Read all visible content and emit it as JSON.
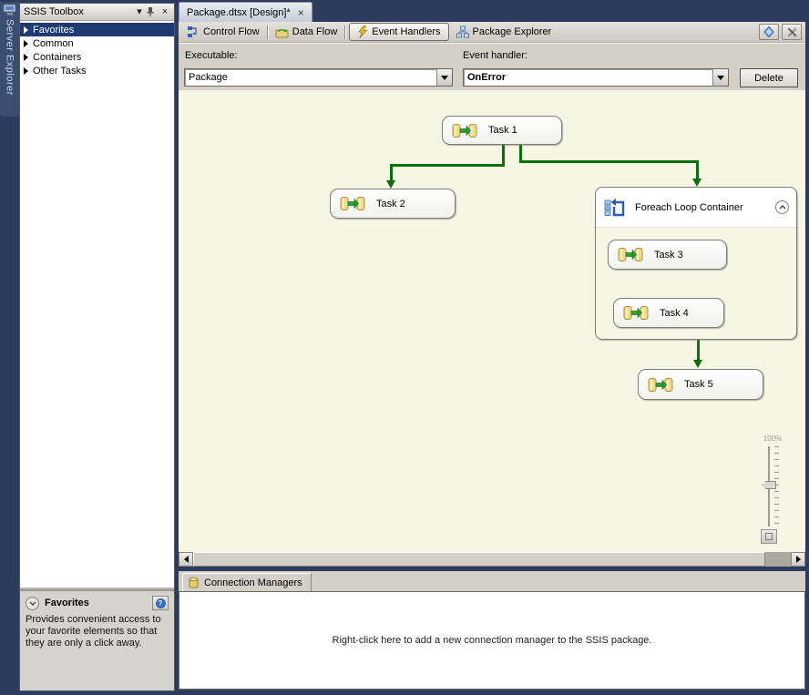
{
  "sidebar": {
    "server_explorer": "Server Explorer"
  },
  "toolbox": {
    "title": "SSIS Toolbox",
    "items": [
      {
        "label": "Favorites",
        "selected": true
      },
      {
        "label": "Common",
        "selected": false
      },
      {
        "label": "Containers",
        "selected": false
      },
      {
        "label": "Other Tasks",
        "selected": false
      }
    ],
    "info_panel": {
      "title": "Favorites",
      "description": "Provides convenient access to your favorite elements so that they are only a click away."
    }
  },
  "document_tab": {
    "title": "Package.dtsx [Design]*"
  },
  "designer_tabs": [
    {
      "label": "Control Flow",
      "selected": false
    },
    {
      "label": "Data Flow",
      "selected": false
    },
    {
      "label": "Event Handlers",
      "selected": true
    },
    {
      "label": "Package Explorer",
      "selected": false
    }
  ],
  "toolbar": {
    "executable_label": "Executable:",
    "executable_value": "Package",
    "event_handler_label": "Event handler:",
    "event_handler_value": "OnError",
    "delete_button": "Delete"
  },
  "canvas": {
    "tasks": [
      {
        "label": "Task 1"
      },
      {
        "label": "Task 2"
      },
      {
        "label": "Task 3"
      },
      {
        "label": "Task 4"
      },
      {
        "label": "Task 5"
      }
    ],
    "container_title": "Foreach Loop Container",
    "zoom_level": "100%"
  },
  "connection_managers": {
    "tab_label": "Connection Managers",
    "hint_text": "Right-click here to add a new connection manager to the SSIS package."
  },
  "icons": {
    "chevron_down": "▾",
    "close": "×",
    "help": "?"
  },
  "colors": {
    "chrome_navy": "#2d3c5c",
    "canvas_yellow": "#f6f6e4",
    "connector_green": "#0c6e0c",
    "selection_blue": "#1e3a70",
    "panel_gray": "#d4d0c8"
  }
}
